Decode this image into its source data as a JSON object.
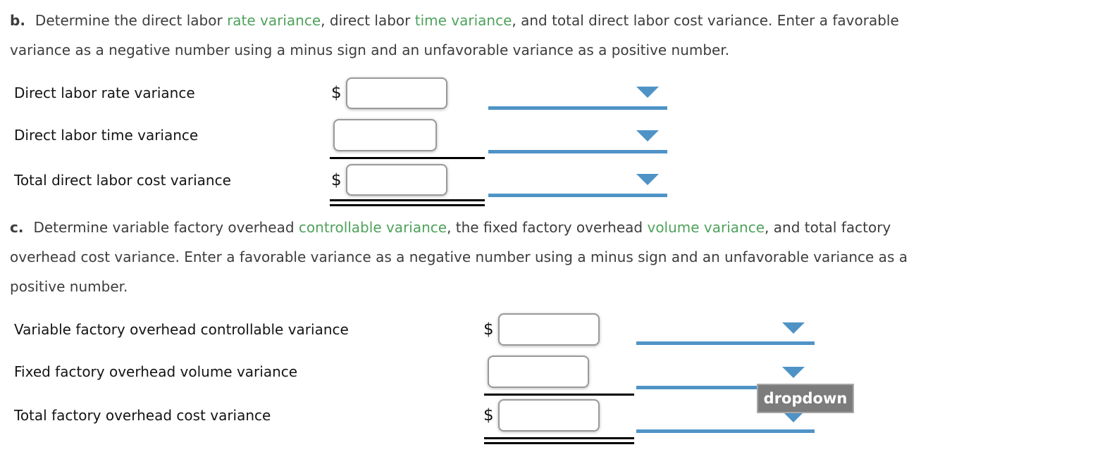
{
  "colors": {
    "accent_blue": "#4f93c6",
    "link_green": "#4fa25c",
    "body_text": "#3d3d3d",
    "label_text": "#141414",
    "tooltip_bg": "#7c7c7c",
    "tooltip_text": "#ffffff",
    "input_border": "#999999",
    "rule_black": "#000000"
  },
  "tooltip": {
    "label": "dropdown"
  },
  "section_b": {
    "para": {
      "marker": "b.",
      "line1_seg1": "Determine the direct labor ",
      "line1_link1": "rate variance",
      "line1_seg2": ", direct labor ",
      "line1_link2": "time variance",
      "line1_seg3": ", and total direct labor cost variance. Enter a favorable",
      "line2": "variance as a negative number using a minus sign and an unfavorable variance as a positive number."
    },
    "rows": [
      {
        "label": "Direct labor rate variance",
        "currency": "$",
        "value": "",
        "dropdown_value": ""
      },
      {
        "label": "Direct labor time variance",
        "currency": "",
        "value": "",
        "dropdown_value": ""
      },
      {
        "label": "Total direct labor cost variance",
        "currency": "$",
        "value": "",
        "dropdown_value": ""
      }
    ]
  },
  "section_c": {
    "para": {
      "marker": "c.",
      "line1_seg1": "Determine variable factory overhead ",
      "line1_link1": "controllable variance",
      "line1_seg2": ", the fixed factory overhead ",
      "line1_link2": "volume variance",
      "line1_seg3": ", and total factory",
      "line2": "overhead cost variance. Enter a favorable variance as a negative number using a minus sign and an unfavorable variance as a",
      "line3": "positive number."
    },
    "rows": [
      {
        "label": "Variable factory overhead controllable variance",
        "currency": "$",
        "value": "",
        "dropdown_value": ""
      },
      {
        "label": "Fixed factory overhead volume variance",
        "currency": "",
        "value": "",
        "dropdown_value": ""
      },
      {
        "label": "Total factory overhead cost variance",
        "currency": "$",
        "value": "",
        "dropdown_value": ""
      }
    ]
  }
}
